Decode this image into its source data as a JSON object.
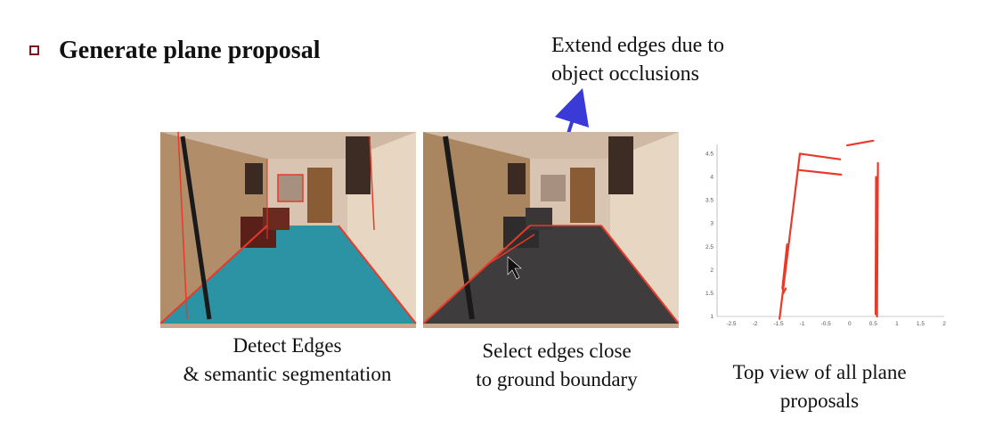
{
  "title": "Generate plane proposal",
  "annotation": {
    "lines": [
      "Extend edges due to",
      "object occlusions"
    ]
  },
  "captions": {
    "detect": [
      "Detect Edges",
      "& semantic segmentation"
    ],
    "select": [
      "Select edges close",
      "to ground boundary"
    ],
    "topview": [
      "Top view of all plane",
      "proposals"
    ]
  },
  "colors": {
    "edge_red": "#e83a2a",
    "floor_teal": "#2b93a3",
    "arrow_blue": "#3a3ad6",
    "bullet": "#7a1a1a"
  },
  "chart_data": {
    "type": "line",
    "xlim": [
      -2.8,
      2
    ],
    "ylim": [
      1,
      4.7
    ],
    "x_ticks": [
      "-2.5",
      "-2",
      "-1.5",
      "-1",
      "-0.5",
      "0",
      "0.5",
      "1",
      "1.5",
      "2"
    ],
    "y_ticks": [
      "1",
      "1.5",
      "2",
      "2.5",
      "3",
      "3.5",
      "4",
      "4.5"
    ],
    "x_tick_values": [
      -2.5,
      -2,
      -1.5,
      -1,
      -0.5,
      0,
      0.5,
      1,
      1.5,
      2
    ],
    "y_tick_values": [
      1,
      1.5,
      2,
      2.5,
      3,
      3.5,
      4,
      4.5
    ],
    "segments": [
      {
        "x": [
          -1.48,
          -1.05
        ],
        "y": [
          0.95,
          4.5
        ]
      },
      {
        "x": [
          -1.05,
          -0.2
        ],
        "y": [
          4.5,
          4.38
        ]
      },
      {
        "x": [
          -1.08,
          -0.18
        ],
        "y": [
          4.15,
          4.05
        ]
      },
      {
        "x": [
          -1.42,
          -1.32
        ],
        "y": [
          1.6,
          2.55
        ]
      },
      {
        "x": [
          -1.4,
          -1.35
        ],
        "y": [
          1.5,
          1.6
        ]
      },
      {
        "x": [
          -0.05,
          0.5
        ],
        "y": [
          4.68,
          4.78
        ]
      },
      {
        "x": [
          0.58,
          0.6
        ],
        "y": [
          1.0,
          4.3
        ]
      },
      {
        "x": [
          0.55,
          0.56
        ],
        "y": [
          1.05,
          4.0
        ]
      }
    ]
  }
}
